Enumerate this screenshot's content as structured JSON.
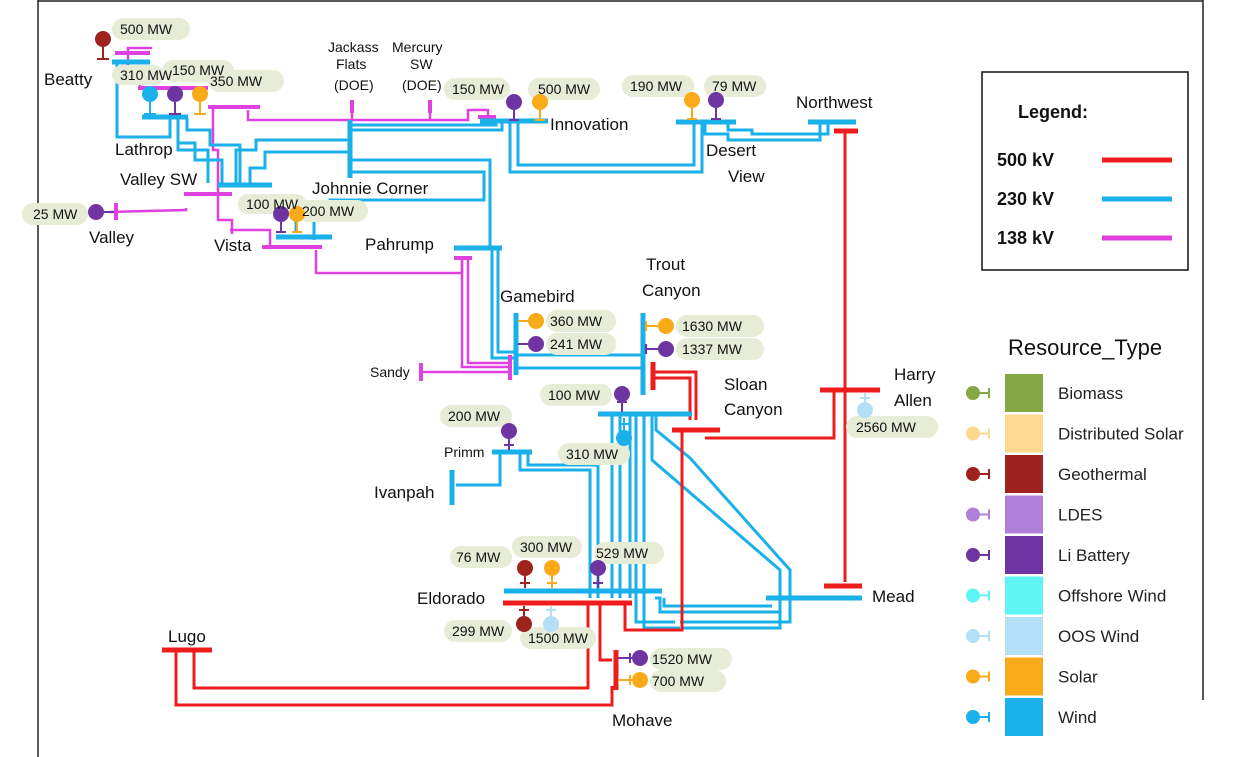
{
  "colors": {
    "kv500": "#ee1c1c",
    "kv230": "#1ab1ea",
    "kv138": "#e040e0",
    "mw_label_bg": "#e6ecd6"
  },
  "legend": {
    "title": "Legend:",
    "items": [
      {
        "label": "500 kV",
        "color": "#ee1c1c"
      },
      {
        "label": "230 kV",
        "color": "#1ab1ea"
      },
      {
        "label": "138 kV",
        "color": "#e040e0"
      }
    ]
  },
  "resource_type": {
    "title": "Resource_Type",
    "items": [
      {
        "label": "Biomass",
        "color": "#84a843"
      },
      {
        "label": "Distributed Solar",
        "color": "#fcd98f"
      },
      {
        "label": "Geothermal",
        "color": "#9e231f"
      },
      {
        "label": "LDES",
        "color": "#b07fda"
      },
      {
        "label": "Li Battery",
        "color": "#6e35a2"
      },
      {
        "label": "Offshore Wind",
        "color": "#5ff5f5"
      },
      {
        "label": "OOS Wind",
        "color": "#b3e0f6"
      },
      {
        "label": "Solar",
        "color": "#f9aa18"
      },
      {
        "label": "Wind",
        "color": "#1bb0ea"
      }
    ]
  },
  "buses": {
    "beatty": "Beatty",
    "lathrop": "Lathrop",
    "valley_sw": "Valley SW",
    "valley": "Valley",
    "vista": "Vista",
    "jackass_1": "Jackass",
    "jackass_2": "Flats",
    "jackass_3": "(DOE)",
    "mercury_1": "Mercury",
    "mercury_2": "SW",
    "mercury_3": "(DOE)",
    "innovation": "Innovation",
    "johnnie_corner": "Johnnie Corner",
    "desert_view_1": "Desert",
    "desert_view_2": "View",
    "northwest": "Northwest",
    "pahrump": "Pahrump",
    "gamebird": "Gamebird",
    "trout_canyon_1": "Trout",
    "trout_canyon_2": "Canyon",
    "sandy": "Sandy",
    "sloan_canyon_1": "Sloan",
    "sloan_canyon_2": "Canyon",
    "harry_allen_1": "Harry",
    "harry_allen_2": "Allen",
    "primm": "Primm",
    "ivanpah": "Ivanpah",
    "eldorado": "Eldorado",
    "mead": "Mead",
    "lugo": "Lugo",
    "mohave": "Mohave"
  },
  "capacities": {
    "beatty_geo": "500 MW",
    "lathrop_wind": "310 MW",
    "lathrop_bat": "150 MW",
    "lathrop_solar": "350 MW",
    "valley_bat": "25 MW",
    "vista_bat": "100 MW",
    "vista_solar": "200 MW",
    "innov_bat": "150 MW",
    "innov_solar": "500 MW",
    "dv_solar": "190 MW",
    "dv_bat": "79 MW",
    "gamebird_solar": "360 MW",
    "gamebird_bat": "241 MW",
    "trout_solar": "1630 MW",
    "trout_bat": "1337 MW",
    "sloan_bat": "100 MW",
    "sloan_wind": "310 MW",
    "harry_oos": "2560 MW",
    "primm_bat": "200 MW",
    "eld_geo": "76 MW",
    "eld_solar": "300 MW",
    "eld_bat": "529 MW",
    "eld_geo2": "299 MW",
    "eld_oos": "1500 MW",
    "mohave_bat": "1520 MW",
    "mohave_solar": "700 MW"
  }
}
